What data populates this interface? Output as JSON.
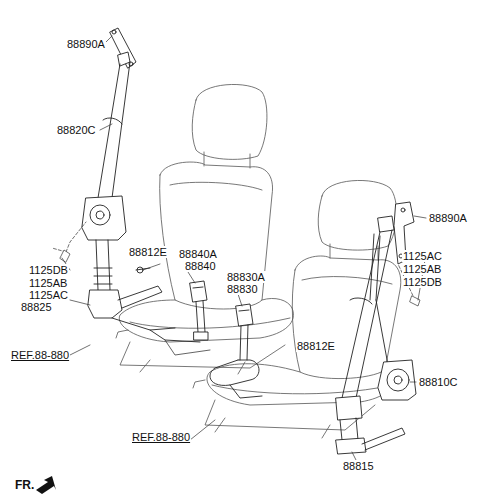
{
  "diagram": {
    "labels": [
      "88890A",
      "88820C",
      "1125DB",
      "1125AB",
      "1125AC",
      "88825",
      "88812E",
      "88840A",
      "88840",
      "88830A",
      "88830",
      "88890A",
      "1125AC",
      "1125AB",
      "1125DB",
      "88812E",
      "88810C",
      "88815",
      "REF.88-880",
      "REF.88-880",
      "FR."
    ]
  }
}
